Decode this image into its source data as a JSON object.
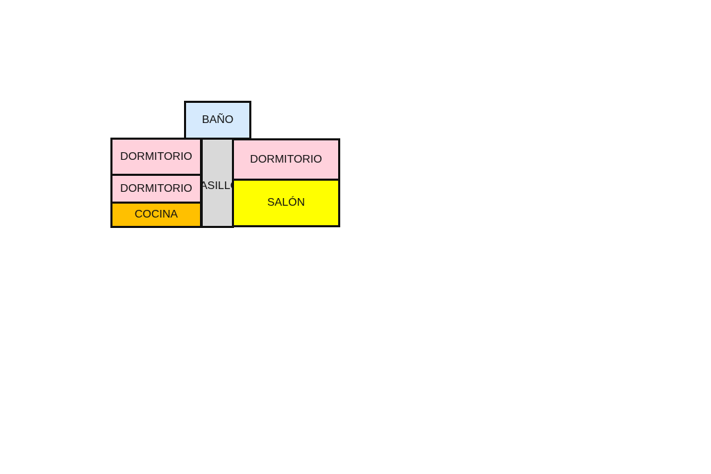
{
  "floorplan": {
    "rooms": [
      {
        "id": "bano",
        "label": "BAÑO",
        "color": "#d6eafd"
      },
      {
        "id": "dormitorio_1",
        "label": "DORMITORIO",
        "color": "#ffd1dc"
      },
      {
        "id": "dormitorio_2",
        "label": "DORMITORIO",
        "color": "#ffd1dc"
      },
      {
        "id": "cocina",
        "label": "COCINA",
        "color": "#ffc000"
      },
      {
        "id": "pasillo",
        "label": "ASILLO",
        "color": "#d9d9d9"
      },
      {
        "id": "dormitorio_3",
        "label": "DORMITORIO",
        "color": "#ffd1dc"
      },
      {
        "id": "salon",
        "label": "SALÓN",
        "color": "#ffff00"
      }
    ]
  }
}
